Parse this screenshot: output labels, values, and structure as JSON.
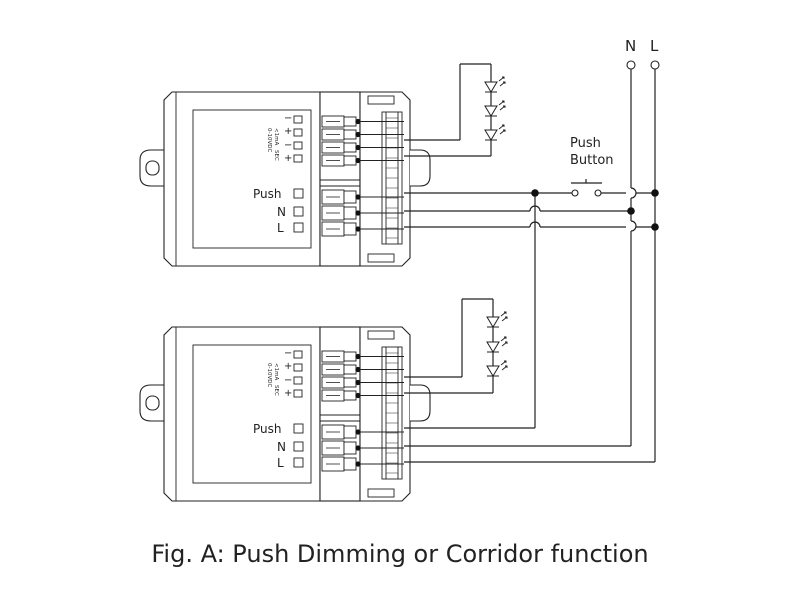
{
  "terminals": {
    "n_label": "N",
    "l_label": "L"
  },
  "push_button": {
    "line1": "Push",
    "line2": "Button"
  },
  "drivers": [
    {
      "dim_labels": [
        "0-10VDC",
        "<1mA"
      ],
      "sec_label": "SEC",
      "signs": [
        "−",
        "+",
        "−",
        "+"
      ],
      "push_label": "Push",
      "n_label": "N",
      "l_label": "L"
    },
    {
      "dim_labels": [
        "0-10VDC",
        "<1mA"
      ],
      "sec_label": "SEC",
      "signs": [
        "−",
        "+",
        "−",
        "+"
      ],
      "push_label": "Push",
      "n_label": "N",
      "l_label": "L"
    }
  ],
  "caption": "Fig. A: Push Dimming or Corridor function"
}
